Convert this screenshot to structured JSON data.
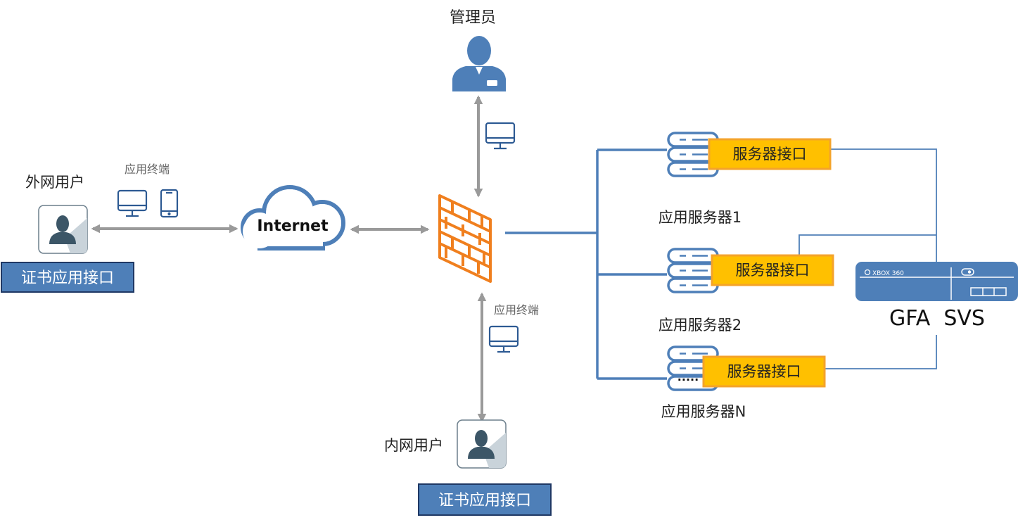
{
  "admin": {
    "label": "管理员"
  },
  "external_user": {
    "label": "外网用户",
    "terminal_label": "应用终端",
    "cert_interface": "证书应用接口"
  },
  "internet": {
    "label": "Internet"
  },
  "internal_user": {
    "label": "内网用户",
    "terminal_label": "应用终端",
    "cert_interface": "证书应用接口"
  },
  "servers": [
    {
      "name": "应用服务器1",
      "interface": "服务器接口"
    },
    {
      "name": "应用服务器2",
      "interface": "服务器接口"
    },
    {
      "name": "应用服务器N",
      "interface": "服务器接口",
      "dots": "....."
    }
  ],
  "device": {
    "label": "GFA  SVS",
    "brand": "XBOX 360"
  },
  "colors": {
    "blue": "#4e7fb8",
    "dark_blue": "#2d5a93",
    "arrow_gray": "#9a9a9a",
    "firewall_orange": "#f07f1e",
    "interface_fill": "#ffc000",
    "interface_border": "#f4a32a",
    "cert_fill": "#4e7fb8",
    "cert_border": "#1f3864"
  }
}
